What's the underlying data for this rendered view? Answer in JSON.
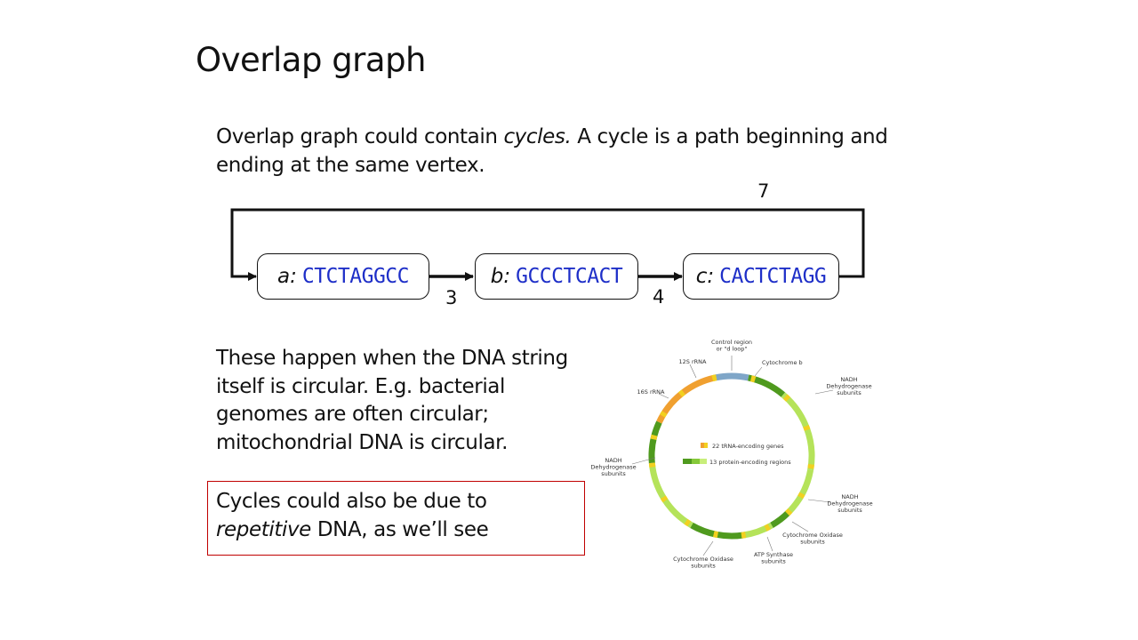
{
  "slide": {
    "title": "Overlap graph",
    "intro": {
      "before": "Overlap graph could contain ",
      "emphasis": "cycles.",
      "after": "  A cycle is a path beginning and ending at the same vertex."
    },
    "graph": {
      "nodes": [
        {
          "id": "a",
          "label": "a:",
          "sequence": "CTCTAGGCC"
        },
        {
          "id": "b",
          "label": "b:",
          "sequence": "GCCCTCACT"
        },
        {
          "id": "c",
          "label": "c:",
          "sequence": "CACTCTAGG"
        }
      ],
      "edges": [
        {
          "from": "a",
          "to": "b",
          "weight": "3"
        },
        {
          "from": "b",
          "to": "c",
          "weight": "4"
        },
        {
          "from": "c",
          "to": "a",
          "weight": "7"
        }
      ]
    },
    "circular_note": "These happen when the DNA string itself is circular.  E.g. bacterial genomes are often circular; mitochondrial DNA is circular.",
    "callout": {
      "before": "Cycles could also be due to ",
      "emphasis": "repetitive",
      "after": " DNA, as we’ll see"
    },
    "mito_figure": {
      "labels": {
        "control_region": [
          "Control region",
          "or \"d loop\""
        ],
        "rrna12s": "12S rRNA",
        "rrna16s": "16S rRNA",
        "cytb": "Cytochrome b",
        "nadh_top": [
          "NADH",
          "Dehydrogenase",
          "subunits"
        ],
        "nadh_left": [
          "NADH",
          "Dehydrogenase",
          "subunits"
        ],
        "nadh_right": [
          "NADH",
          "Dehydrogenase",
          "subunits"
        ],
        "cox_right": [
          "Cytochrome Oxidase",
          "subunits"
        ],
        "atp": [
          "ATP Synthase",
          "subunits"
        ],
        "cox_bottom": [
          "Cytochrome Oxidase",
          "subunits"
        ]
      },
      "legend": {
        "trna": "22 tRNA-encoding genes",
        "protein": "13 protein-encoding regions"
      },
      "colors": {
        "rrna": "#f0a030",
        "control": "#7fa6c8",
        "trna": "#f2d020",
        "protein_dark": "#4f9a1e",
        "protein_light": "#b5e35a"
      }
    }
  }
}
